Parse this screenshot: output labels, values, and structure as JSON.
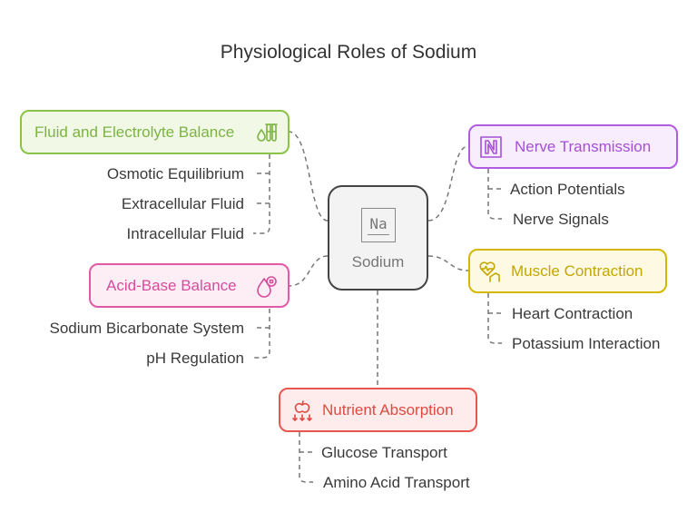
{
  "title": "Physiological Roles of Sodium",
  "center": {
    "symbol": "Na",
    "label": "Sodium",
    "icon": "sodium-element-icon"
  },
  "branches": {
    "fluid": {
      "label": "Fluid and Electrolyte Balance",
      "color": "#8bc34a",
      "icon": "test-tubes-droplet-icon",
      "items": [
        "Osmotic Equilibrium",
        "Extracellular Fluid",
        "Intracellular Fluid"
      ]
    },
    "acid": {
      "label": "Acid-Base Balance",
      "color": "#e05aa6",
      "icon": "droplet-icon",
      "items": [
        "Sodium Bicarbonate System",
        "pH Regulation"
      ]
    },
    "nerve": {
      "label": "Nerve Transmission",
      "color": "#b15ce0",
      "icon": "n-letter-icon",
      "items": [
        "Action Potentials",
        "Nerve Signals"
      ]
    },
    "muscle": {
      "label": "Muscle Contraction",
      "color": "#d4b800",
      "icon": "heart-hand-icon",
      "items": [
        "Heart Contraction",
        "Potassium Interaction"
      ]
    },
    "nutrient": {
      "label": "Nutrient Absorption",
      "color": "#e8574f",
      "icon": "nutrient-absorb-icon",
      "items": [
        "Glucose Transport",
        "Amino Acid Transport"
      ]
    }
  }
}
